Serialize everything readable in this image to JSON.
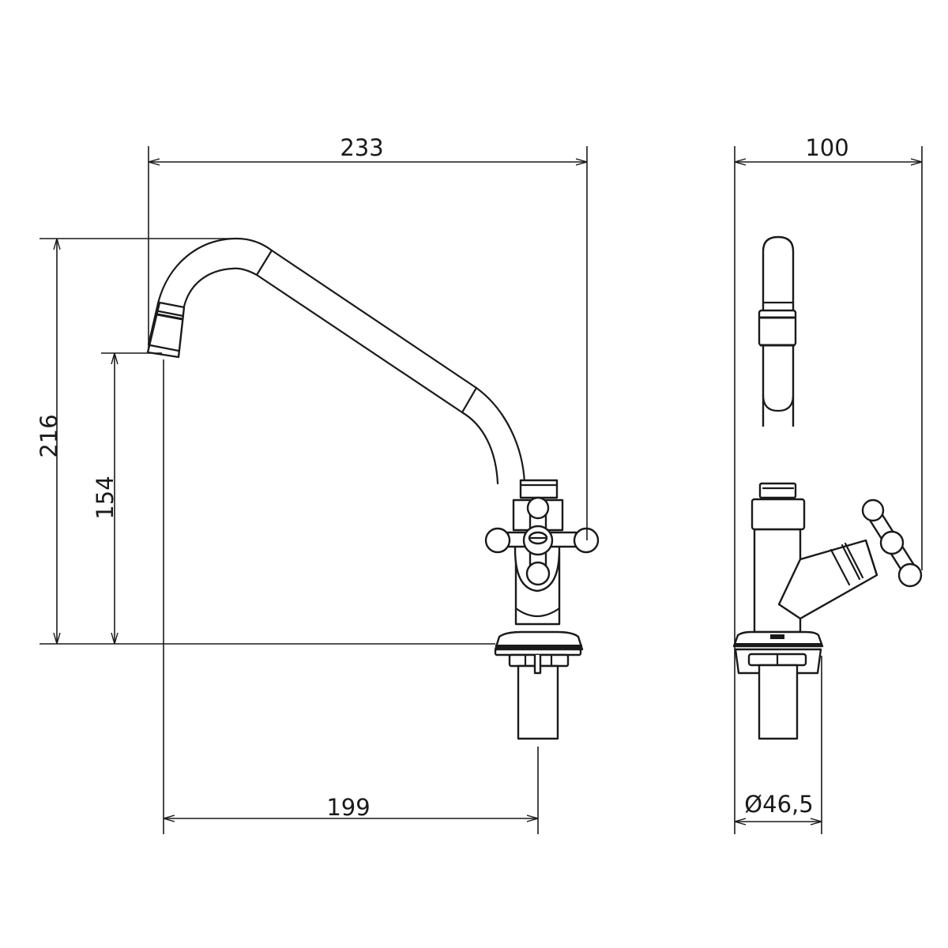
{
  "drawing": {
    "subject": "faucet",
    "front_view": {
      "overall_width": "233",
      "overall_height": "216",
      "spout_outlet_height": "154",
      "spout_reach": "199"
    },
    "side_view": {
      "depth": "100",
      "base_diameter": "Ø46,5"
    },
    "line_color": "#1a1a1a"
  }
}
